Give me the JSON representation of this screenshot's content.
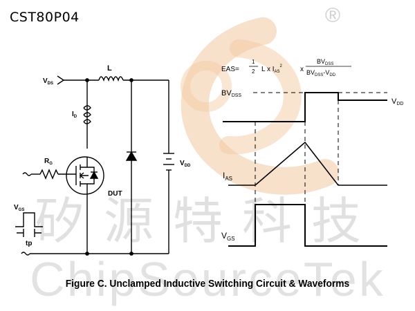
{
  "header": {
    "part_number": "CST80P04"
  },
  "watermark": {
    "registered_mark": "®",
    "chinese_text": "矽源特科技",
    "english_text": "ChipSourceTek",
    "logo_color": "#f2c9a0",
    "text_color": "#d9d9d9"
  },
  "circuit": {
    "vds_label": "V",
    "vds_sub": "DS",
    "inductor_label": "L",
    "id_label": "I",
    "id_sub": "D",
    "rg_label": "R",
    "rg_sub": "G",
    "dut_label": "DUT",
    "vdd_label": "V",
    "vdd_sub": "DD",
    "vgs_label": "V",
    "vgs_sub": "GS",
    "tp_label": "tp"
  },
  "formula": {
    "lhs": "EAS=",
    "frac1_num": "1",
    "frac1_den": "2",
    "mid": "L x I",
    "mid_sub": "AS",
    "mid_sup": "2",
    "times": "x",
    "frac2_num": "BV",
    "frac2_num_sub": "DSS",
    "frac2_den": "BV",
    "frac2_den_sub": "DSS",
    "frac2_den_rest": "-V",
    "frac2_den_rest_sub": "DD"
  },
  "waveforms": {
    "bvdss_label": "BV",
    "bvdss_sub": "DSS",
    "vdd_label": "V",
    "vdd_sub": "DD",
    "ias_label": "I",
    "ias_sub": "AS",
    "vgs_label": "V",
    "vgs_sub": "GS"
  },
  "caption": "Figure C. Unclamped Inductive Switching Circuit & Waveforms"
}
